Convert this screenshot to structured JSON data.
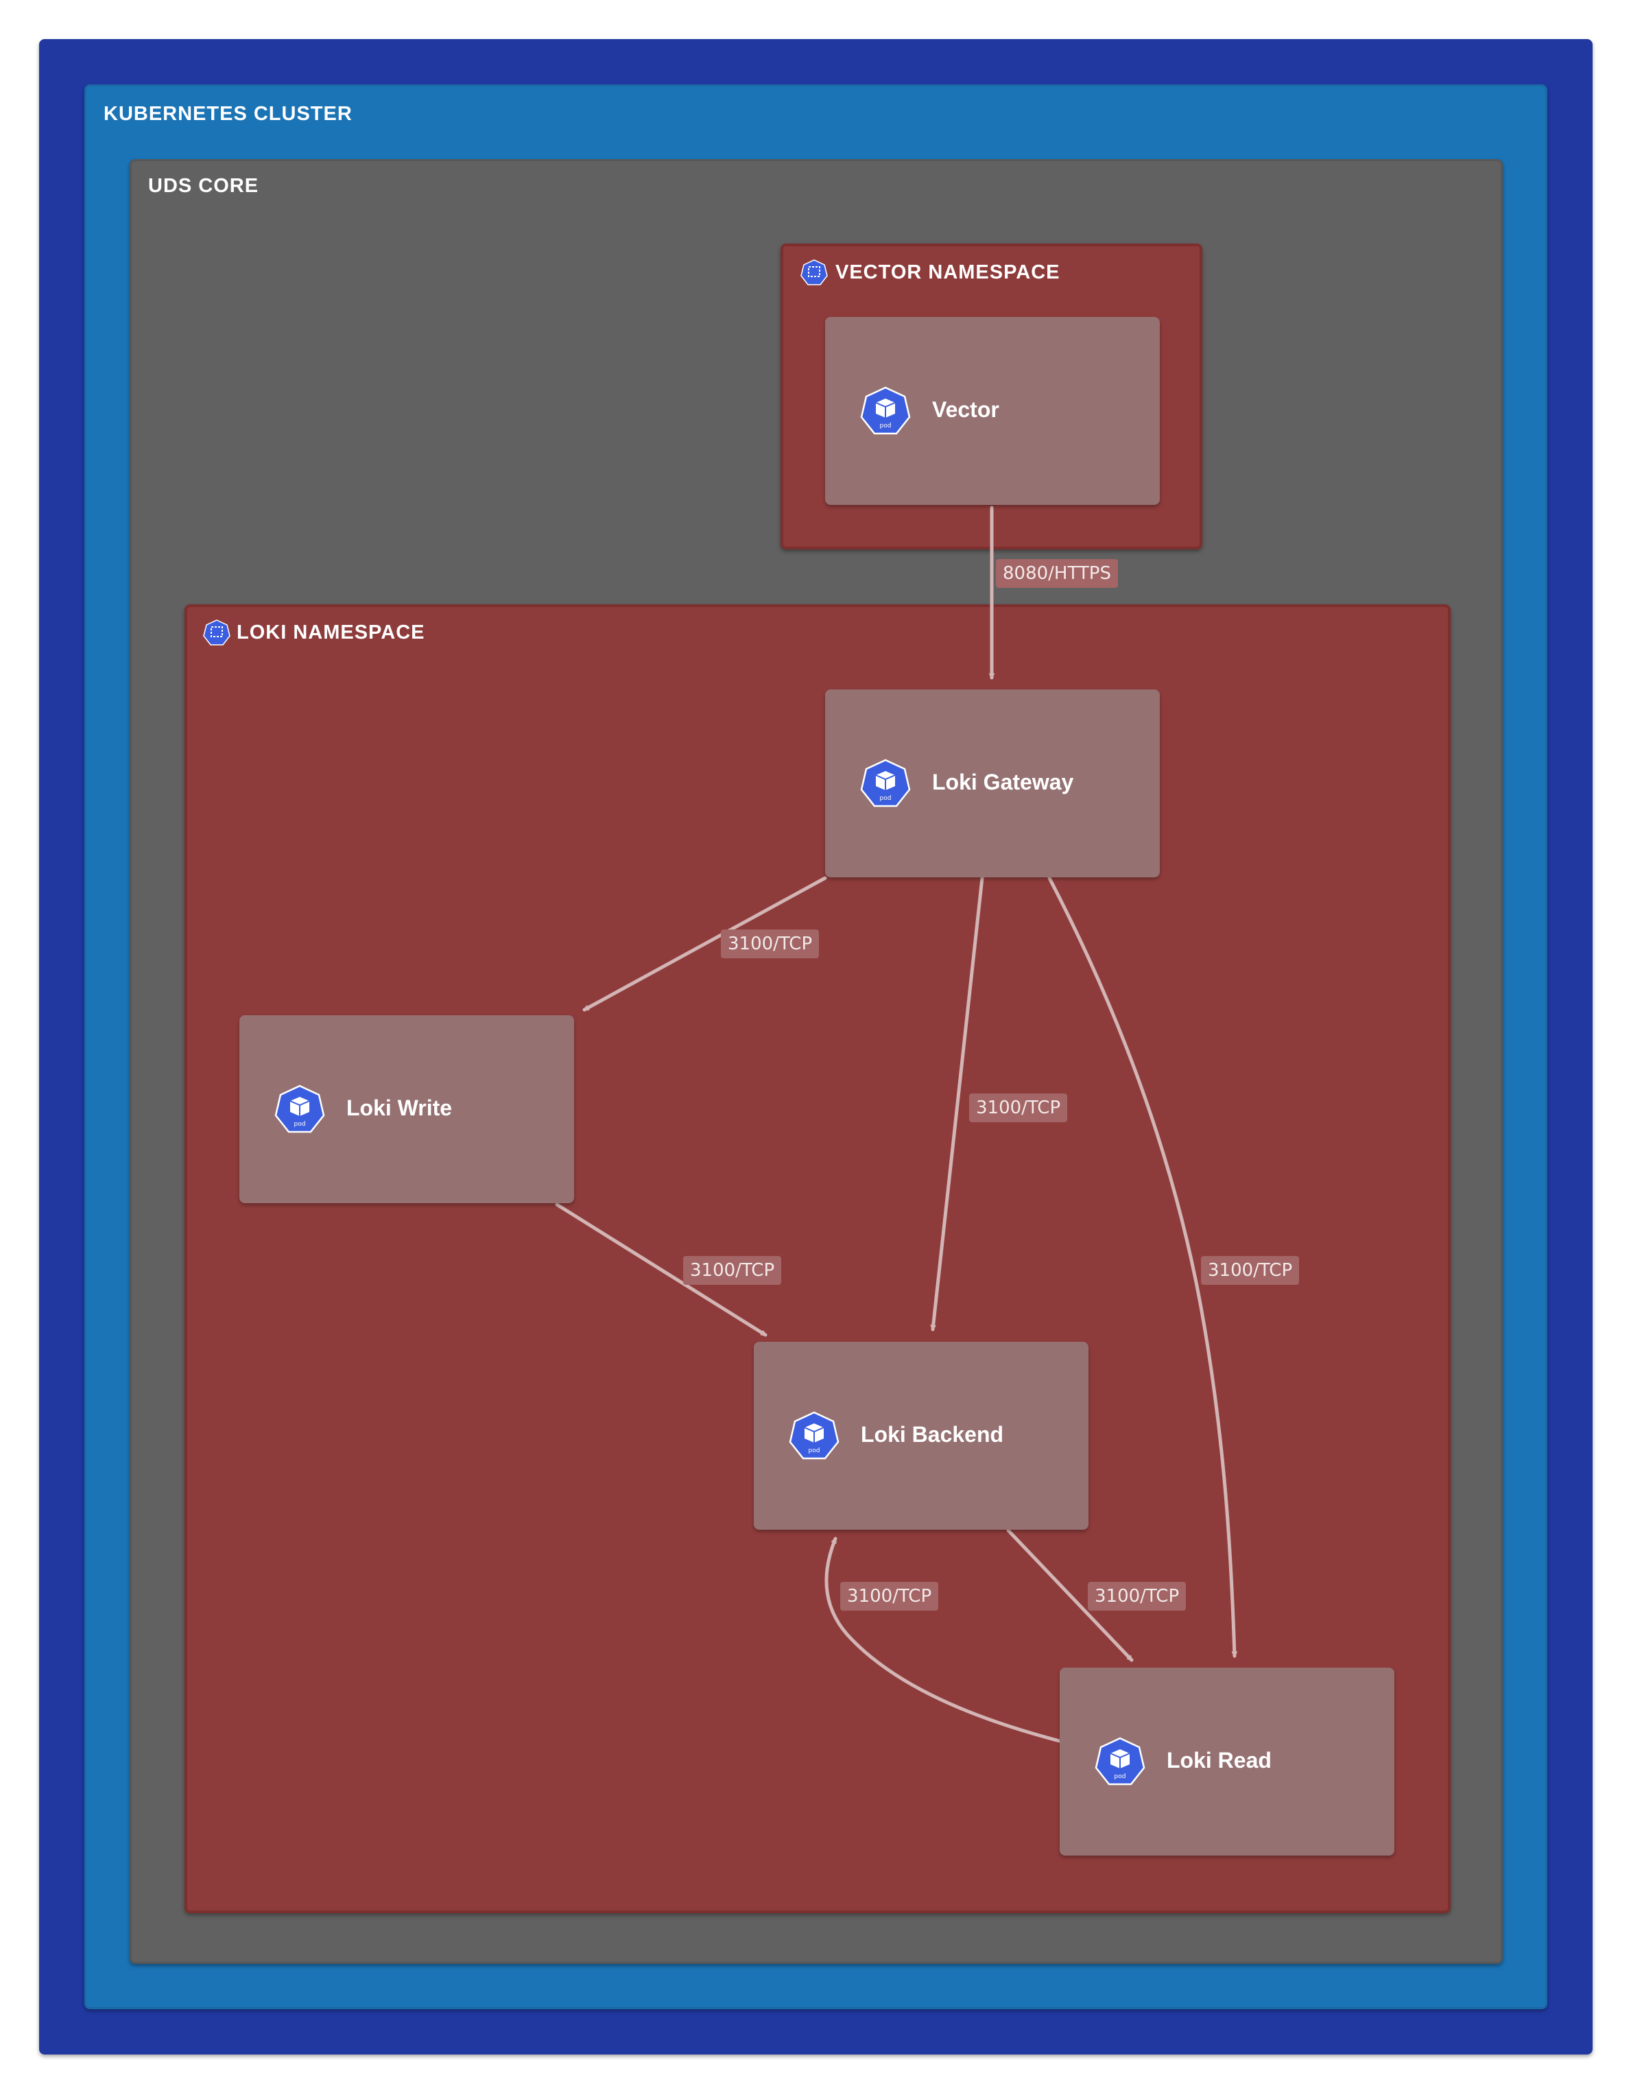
{
  "groups": {
    "cluster": "KUBERNETES CLUSTER",
    "uds_core": "UDS CORE",
    "vector_namespace": "VECTOR NAMESPACE",
    "loki_namespace": "LOKI NAMESPACE"
  },
  "nodes": {
    "vector": "Vector",
    "loki_gateway": "Loki Gateway",
    "loki_write": "Loki Write",
    "loki_backend": "Loki Backend",
    "loki_read": "Loki Read"
  },
  "node_icon_text": "pod",
  "edges": {
    "vector_to_gateway": "8080/HTTPS",
    "gateway_to_write": "3100/TCP",
    "gateway_to_backend": "3100/TCP",
    "gateway_to_read": "3100/TCP",
    "write_to_backend": "3100/TCP",
    "read_to_backend": "3100/TCP",
    "backend_to_read": "3100/TCP"
  },
  "colors": {
    "outer": "#2138a0",
    "cluster": "#1b74b6",
    "uds_core": "#616161",
    "namespace": "#8e3c3b",
    "pod": "#967172",
    "icon": "#3b5ee0",
    "edge": "#d3b5b5"
  },
  "icons": {
    "namespace": "kubernetes-namespace-icon",
    "pod": "kubernetes-pod-icon"
  }
}
